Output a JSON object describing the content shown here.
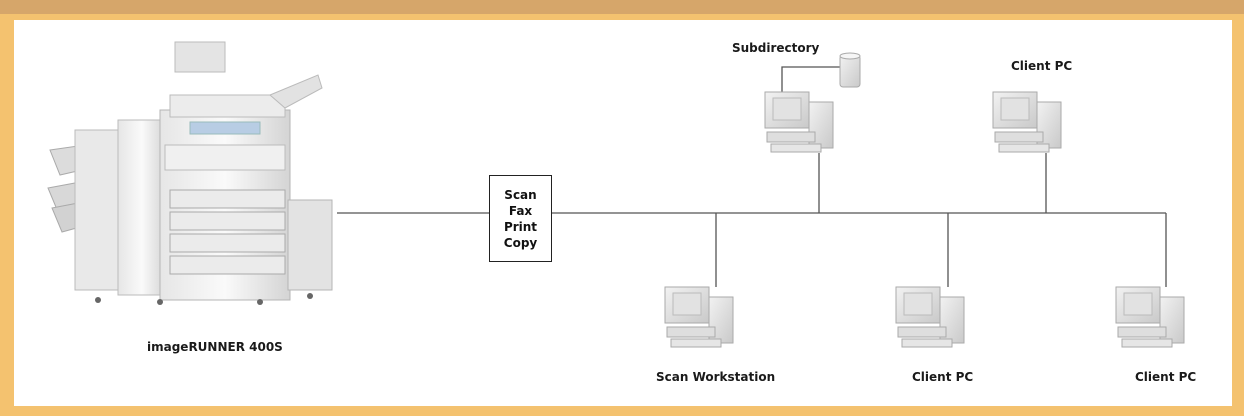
{
  "labels": {
    "printer": "imageRUNNER 400S",
    "subdirectory": "Subdirectory",
    "client_pc_top": "Client PC",
    "scan_workstation": "Scan Workstation",
    "client_pc_bottom_1": "Client PC",
    "client_pc_bottom_2": "Client PC"
  },
  "functions": [
    "Scan",
    "Fax",
    "Print",
    "Copy"
  ],
  "colors": {
    "border": "#f4c26f",
    "top_strip": "#d6a66a",
    "panel": "#ffffff",
    "line": "#555555"
  },
  "icons": {
    "printer": "multifunction-printer-icon",
    "server": "server-icon",
    "computer": "desktop-computer-icon"
  }
}
